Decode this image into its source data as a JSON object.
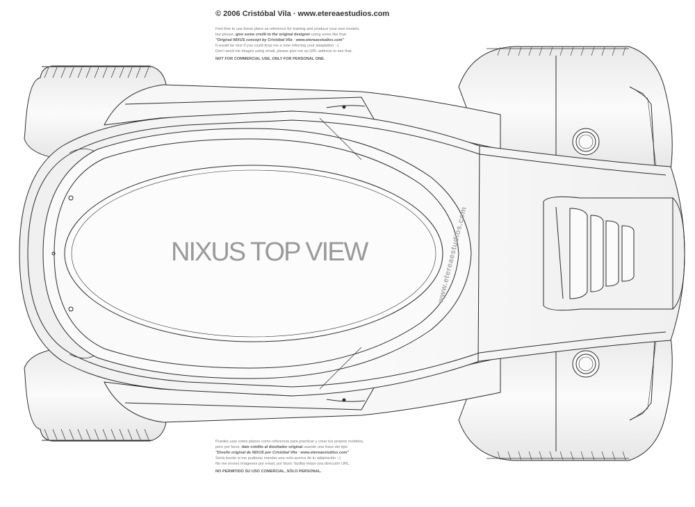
{
  "header": {
    "copyright": "© 2006 Cristóbal Vila · www.etereaestudios.com"
  },
  "notes_en": {
    "line1": "Feel free to use these plans as reference for training and produce your own models,",
    "line2_pre": "but please, ",
    "line2_bold": "give some credit to the original designer",
    "line2_post": " using some like that:",
    "credit": "\"Original NIXUS concept by Cristóbal Vila · www.etereaestudios.com\"",
    "line4": "It would be nice if you could drop me a note referring your adaptation :-)",
    "line5": "Don't send me images using email, please give me an URL address to see that.",
    "restriction": "NOT FOR COMMERCIAL USE, ONLY FOR PERSONAL ONE."
  },
  "notes_es": {
    "line1": "Puedes usar estos planos como referencia para practicar y crear tus propios modelos,",
    "line2_pre": "pero por favor, ",
    "line2_bold": "dale crédito al diseñador original",
    "line2_post": " usando una frase del tipo:",
    "credit": "\"Diseño original de NIXUS por Cristóbal Vila · www.etereaestudios.com\"",
    "line4": "Sería bonito si me pudieras mandar una nota acerca de tu adaptación :-)",
    "line5": "No me envíes imágenes por email, por favor: facilita mejor una dirección URL.",
    "restriction": "NO PERMITIDO SU USO COMERCIAL, SÓLO PERSONAL."
  },
  "drawing": {
    "title": "NIXUS TOP VIEW",
    "side_url": "www.etereaestudios.com",
    "stroke_color": "#2a2a2a",
    "fill_color": "#f4f4f4"
  }
}
